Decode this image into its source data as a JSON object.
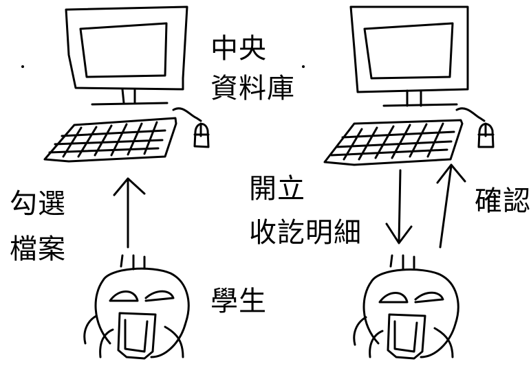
{
  "labels": {
    "central_line1": "中央",
    "central_line2": "資料庫",
    "select_line1": "勾選",
    "select_line2": "檔案",
    "student": "學生",
    "issue_line1": "開立",
    "issue_line2": "收訖明細",
    "confirm": "確認"
  },
  "colors": {
    "ink": "#000000",
    "background": "#ffffff"
  }
}
